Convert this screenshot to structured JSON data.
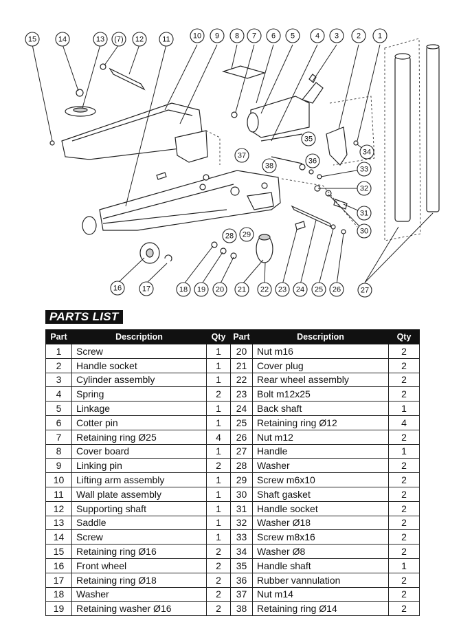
{
  "diagram": {
    "callouts": [
      "15",
      "14",
      "13",
      "(7)",
      "12",
      "11",
      "10",
      "9",
      "8",
      "7",
      "6",
      "5",
      "4",
      "3",
      "2",
      "1",
      "37",
      "35",
      "34",
      "36",
      "38",
      "33",
      "32",
      "31",
      "30",
      "28",
      "29",
      "16",
      "17",
      "18",
      "19",
      "20",
      "21",
      "22",
      "23",
      "24",
      "25",
      "26",
      "27"
    ]
  },
  "parts_list": {
    "title": "PARTS LIST",
    "headers": {
      "part": "Part",
      "description": "Description",
      "qty": "Qty"
    },
    "left": [
      {
        "part": "1",
        "desc": "Screw",
        "qty": "1"
      },
      {
        "part": "2",
        "desc": "Handle  socket",
        "qty": "1"
      },
      {
        "part": "3",
        "desc": "Cylinder  assembly",
        "qty": "1"
      },
      {
        "part": "4",
        "desc": "Spring",
        "qty": "2"
      },
      {
        "part": "5",
        "desc": "Linkage",
        "qty": "1"
      },
      {
        "part": "6",
        "desc": "Cotter pin",
        "qty": "1"
      },
      {
        "part": "7",
        "desc": "Retaining ring   Ø25",
        "qty": "4"
      },
      {
        "part": "8",
        "desc": "Cover board",
        "qty": "1"
      },
      {
        "part": "9",
        "desc": "Linking pin",
        "qty": "2"
      },
      {
        "part": "10",
        "desc": "Lifting  arm  assembly",
        "qty": "1"
      },
      {
        "part": "11",
        "desc": "Wall plate  assembly",
        "qty": "1"
      },
      {
        "part": "12",
        "desc": "Supporting  shaft",
        "qty": "1"
      },
      {
        "part": "13",
        "desc": "Saddle",
        "qty": "1"
      },
      {
        "part": "14",
        "desc": "Screw",
        "qty": "1"
      },
      {
        "part": "15",
        "desc": "Retaining  ring   Ø16",
        "qty": "2"
      },
      {
        "part": "16",
        "desc": "Front  wheel",
        "qty": "2"
      },
      {
        "part": "17",
        "desc": "Retaining ring   Ø18",
        "qty": "2"
      },
      {
        "part": "18",
        "desc": "Washer",
        "qty": "2"
      },
      {
        "part": "19",
        "desc": "Retaining washer  Ø16",
        "qty": "2"
      }
    ],
    "right": [
      {
        "part": "20",
        "desc": "Nut  m16",
        "qty": "2"
      },
      {
        "part": "21",
        "desc": "Cover  plug",
        "qty": "2"
      },
      {
        "part": "22",
        "desc": "Rear  wheel  assembly",
        "qty": "2"
      },
      {
        "part": "23",
        "desc": "Bolt  m12x25",
        "qty": "2"
      },
      {
        "part": "24",
        "desc": "Back  shaft",
        "qty": "1"
      },
      {
        "part": "25",
        "desc": "Retaining  ring  Ø12",
        "qty": "4"
      },
      {
        "part": "26",
        "desc": "Nut  m12",
        "qty": "2"
      },
      {
        "part": "27",
        "desc": "Handle",
        "qty": "1"
      },
      {
        "part": "28",
        "desc": "Washer",
        "qty": "2"
      },
      {
        "part": "29",
        "desc": "Screw  m6x10",
        "qty": "2"
      },
      {
        "part": "30",
        "desc": "Shaft  gasket",
        "qty": "2"
      },
      {
        "part": "31",
        "desc": "Handle  socket",
        "qty": "2"
      },
      {
        "part": "32",
        "desc": "Washer  Ø18",
        "qty": "2"
      },
      {
        "part": "33",
        "desc": "Screw  m8x16",
        "qty": "2"
      },
      {
        "part": "34",
        "desc": "Washer  Ø8",
        "qty": "2"
      },
      {
        "part": "35",
        "desc": "Handle  shaft",
        "qty": "1"
      },
      {
        "part": "36",
        "desc": "Rubber  vannulation",
        "qty": "2"
      },
      {
        "part": "37",
        "desc": "Nut  m14",
        "qty": "2"
      },
      {
        "part": "38",
        "desc": "Retaining  ring  Ø14",
        "qty": "2"
      }
    ]
  }
}
